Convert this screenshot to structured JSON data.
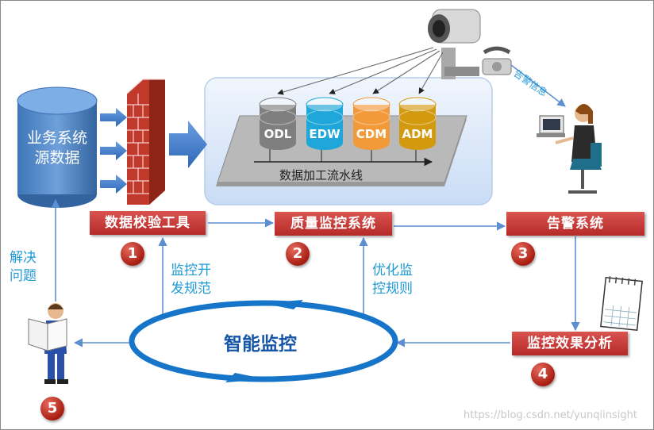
{
  "source_db": {
    "line1": "业务系统",
    "line2": "源数据"
  },
  "pipeline": {
    "caption": "数据加工流水线",
    "stores": [
      {
        "label": "ODL",
        "color": "#7f7f7f"
      },
      {
        "label": "EDW",
        "color": "#1ea7d8"
      },
      {
        "label": "CDM",
        "color": "#f29a3a"
      },
      {
        "label": "ADM",
        "color": "#d39a10"
      }
    ]
  },
  "steps": [
    {
      "label": "数据校验工具",
      "number": "1"
    },
    {
      "label": "质量监控系统",
      "number": "2"
    },
    {
      "label": "告警系统",
      "number": "3"
    },
    {
      "label": "监控效果分析",
      "number": "4"
    },
    {
      "number": "5"
    }
  ],
  "alert_info": "告警信息",
  "notes": {
    "solve": {
      "line1": "解决",
      "line2": "问题"
    },
    "spec": {
      "line1": "监控开",
      "line2": "发规范"
    },
    "rules": {
      "line1": "优化监",
      "line2": "控规则"
    }
  },
  "center_label": "智能监控",
  "watermark": "https://blog.csdn.net/yunqiinsight",
  "icons": [
    "camera-icon",
    "phone-icon",
    "firewall-icon",
    "person-at-computer-icon",
    "calendar-icon",
    "person-reading-icon"
  ]
}
